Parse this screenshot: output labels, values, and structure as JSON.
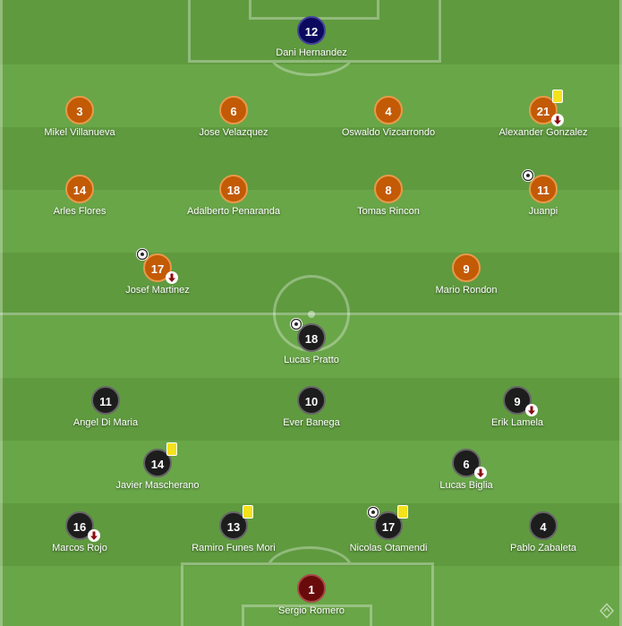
{
  "colors": {
    "pitch_dark": "#5f9a3f",
    "pitch_light": "#69a648",
    "home_team": "#c35a05",
    "away_team": "#1d1d1d",
    "home_keeper": "#0c0a5e",
    "away_keeper": "#6a0b0b",
    "yellow_card": "#f4e21a",
    "substitution_arrow": "#8b0d12"
  },
  "home_team": {
    "players": [
      {
        "number": "12",
        "name": "Dani Hernandez",
        "kit": "homegk",
        "events": []
      },
      {
        "number": "3",
        "name": "Mikel Villanueva",
        "kit": "home",
        "events": []
      },
      {
        "number": "6",
        "name": "Jose Velazquez",
        "kit": "home",
        "events": []
      },
      {
        "number": "4",
        "name": "Oswaldo Vizcarrondo",
        "kit": "home",
        "events": []
      },
      {
        "number": "21",
        "name": "Alexander Gonzalez",
        "kit": "home",
        "events": [
          "yellow-card",
          "substitution-off"
        ]
      },
      {
        "number": "14",
        "name": "Arles Flores",
        "kit": "home",
        "events": []
      },
      {
        "number": "18",
        "name": "Adalberto Penaranda",
        "kit": "home",
        "events": []
      },
      {
        "number": "8",
        "name": "Tomas Rincon",
        "kit": "home",
        "events": []
      },
      {
        "number": "11",
        "name": "Juanpi",
        "kit": "home",
        "events": [
          "goal"
        ]
      },
      {
        "number": "17",
        "name": "Josef Martinez",
        "kit": "home",
        "events": [
          "goal",
          "substitution-off"
        ]
      },
      {
        "number": "9",
        "name": "Mario Rondon",
        "kit": "home",
        "events": []
      }
    ]
  },
  "away_team": {
    "players": [
      {
        "number": "18",
        "name": "Lucas Pratto",
        "kit": "away",
        "events": [
          "goal"
        ]
      },
      {
        "number": "11",
        "name": "Angel Di Maria",
        "kit": "away",
        "events": []
      },
      {
        "number": "10",
        "name": "Ever Banega",
        "kit": "away",
        "events": []
      },
      {
        "number": "9",
        "name": "Erik Lamela",
        "kit": "away",
        "events": [
          "substitution-off"
        ]
      },
      {
        "number": "14",
        "name": "Javier Mascherano",
        "kit": "away",
        "events": [
          "yellow-card"
        ]
      },
      {
        "number": "6",
        "name": "Lucas Biglia",
        "kit": "away",
        "events": [
          "substitution-off"
        ]
      },
      {
        "number": "16",
        "name": "Marcos Rojo",
        "kit": "away",
        "events": [
          "substitution-off"
        ]
      },
      {
        "number": "13",
        "name": "Ramiro Funes Mori",
        "kit": "away",
        "events": [
          "yellow-card"
        ]
      },
      {
        "number": "17",
        "name": "Nicolas Otamendi",
        "kit": "away",
        "events": [
          "goal",
          "yellow-card"
        ]
      },
      {
        "number": "4",
        "name": "Pablo Zabaleta",
        "kit": "away",
        "events": []
      },
      {
        "number": "1",
        "name": "Sergio Romero",
        "kit": "awaygk",
        "events": []
      }
    ]
  },
  "icons": {
    "yellow_card": "yellow-card-icon",
    "substitution": "substitution-arrow-icon",
    "goal": "soccer-ball-icon",
    "brand": "brand-logo-icon"
  }
}
